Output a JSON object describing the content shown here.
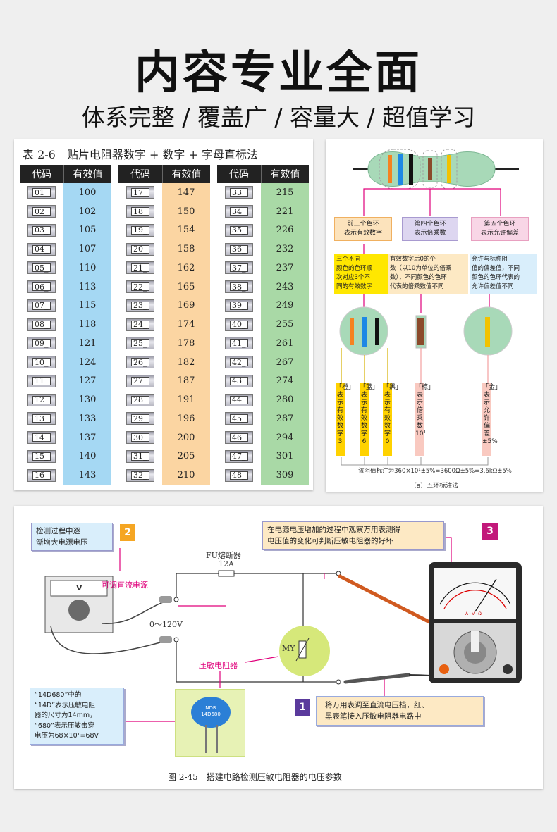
{
  "header": {
    "title": "内容专业全面",
    "subtitle": "体系完整 / 覆盖广 / 容量大 / 超值学习"
  },
  "table": {
    "caption": "表 2-6　贴片电阻器数字 + 数字 + 字母直标法",
    "col_code": "代码",
    "col_value": "有效值",
    "columns": [
      {
        "codes": [
          "01_",
          "02_",
          "03_",
          "04_",
          "05_",
          "06_",
          "07_",
          "08_",
          "09_",
          "10_",
          "11_",
          "12_",
          "13_",
          "14_",
          "15_",
          "16_"
        ],
        "values": [
          "100",
          "102",
          "105",
          "107",
          "110",
          "113",
          "115",
          "118",
          "121",
          "124",
          "127",
          "130",
          "133",
          "137",
          "140",
          "143"
        ],
        "color": "#a5d8f3"
      },
      {
        "codes": [
          "17_",
          "18_",
          "19_",
          "20_",
          "21_",
          "22_",
          "23_",
          "24_",
          "25_",
          "26_",
          "27_",
          "28_",
          "29_",
          "30_",
          "31_",
          "32_"
        ],
        "values": [
          "147",
          "150",
          "154",
          "158",
          "162",
          "165",
          "169",
          "174",
          "178",
          "182",
          "187",
          "191",
          "196",
          "200",
          "205",
          "210"
        ],
        "color": "#fbd5a2"
      },
      {
        "codes": [
          "33_",
          "34_",
          "35_",
          "36_",
          "37_",
          "38_",
          "39_",
          "40_",
          "41_",
          "42_",
          "43_",
          "44_",
          "45_",
          "46_",
          "47_",
          "48_"
        ],
        "values": [
          "215",
          "221",
          "226",
          "232",
          "237",
          "243",
          "249",
          "255",
          "261",
          "267",
          "274",
          "280",
          "287",
          "294",
          "301",
          "309"
        ],
        "color": "#a9d9a6"
      }
    ]
  },
  "five_band": {
    "label1": "前三个色环\n表示有效数字",
    "label2": "第四个色环\n表示倍乘数",
    "label3": "第五个色环\n表示允许偏差",
    "desc1": "三个不同\n颜色的色环顺\n次对应3个不\n同的有效数字",
    "desc2": "有效数字后0的个\n数（以10为单位的倍乘\n数），不同颜色的色环\n代表的倍乘数值不同",
    "desc3": "允许与标称阻\n值的偏差值，不同\n颜色的色环代表的\n允许偏差值不同",
    "tag_orange": "「橙」表示有效数字3",
    "tag_blue": "「蓝」表示有效数字6",
    "tag_black": "「黑」表示有效数字0",
    "tag_brown": "「棕」表示倍乘数10¹",
    "tag_gold": "「金」表示允许偏差±5%",
    "formula": "该阻值标注为360×10¹±5%=3600Ω±5%=3.6kΩ±5%",
    "caption": "（a）五环标注法"
  },
  "test": {
    "step2_num": "2",
    "step2_text": "检测过程中逐\n渐增大电源电压",
    "step3_num": "3",
    "step3_text": "在电源电压增加的过程中观察万用表测得\n电压值的变化可判断压敏电阻器的好坏",
    "step1_num": "1",
    "step1_text": "将万用表调至直流电压挡，红、\n黑表笔接入压敏电阻器电路中",
    "fuse_label": "FU熔断器",
    "fuse_rating": "12A",
    "power_label": "可调直流电源",
    "voltage_range": "0～120V",
    "meter_v": "V",
    "varistor_symbol": "MY",
    "varistor_label": "压敏电阻器",
    "component_text": "NDR\n14D680",
    "component_note": "“14D680”中的\n“14D”表示压敏电阻\n器的尺寸为14mm，\n“680”表示压敏击穿\n电压为68×10¹=68V",
    "meter_scale": "A−V−Ω",
    "caption": "图 2-45　搭建电路检测压敏电阻器的电压参数"
  },
  "colors": {
    "orange": "#f58220",
    "blue": "#1e88e5",
    "black": "#111111",
    "brown": "#8b4a2b",
    "gold": "#f2c200",
    "yellow_tag": "#ffd200",
    "pink_tag": "#f9c9c0",
    "pink_line": "#e0007b"
  }
}
